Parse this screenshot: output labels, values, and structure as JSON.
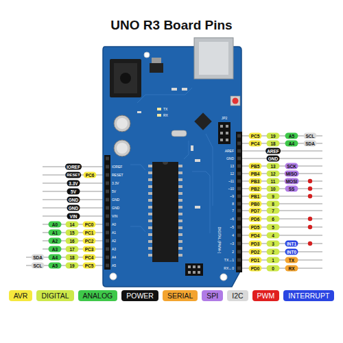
{
  "diagram": {
    "title": "UNO R3 Board Pins",
    "labels": [
      "IOREF",
      "RESET",
      "PC6",
      "3.3V",
      "5V",
      "GND",
      "GND",
      "VIN",
      "A0",
      "14",
      "PC0",
      "A1",
      "15",
      "PC1",
      "A2",
      "16",
      "PC2",
      "A3",
      "17",
      "PC3",
      "SDA",
      "A4",
      "18",
      "PC4",
      "SCL",
      "A5",
      "19",
      "PC5",
      "PC5",
      "19",
      "A5",
      "SCL",
      "PC4",
      "18",
      "A4",
      "SDA",
      "AREF",
      "GND",
      "PB5",
      "13",
      "SCK",
      "PB4",
      "12",
      "MISO",
      "PB3",
      "11",
      "MOSI",
      "PB2",
      "10",
      "SS",
      "PB1",
      "9",
      "PB0",
      "8",
      "PD7",
      "7",
      "PD6",
      "6",
      "PD5",
      "5",
      "PD4",
      "4",
      "PD3",
      "3",
      "INT1",
      "PD2",
      "2",
      "INT0",
      "PD1",
      "1",
      "TX",
      "PD0",
      "0",
      "RX",
      "IOREF",
      "RESET",
      "3.3V",
      "5V",
      "GND",
      "GND",
      "VIN",
      "A0",
      "A1",
      "A2",
      "A3",
      "A4",
      "A5",
      "AREF",
      "GND",
      "13",
      "12",
      "~11",
      "~10",
      "~9",
      "8",
      "7",
      "~6",
      "~5",
      "4",
      "~3",
      "2",
      "TX→1",
      "RX←0",
      "DIGITAL (PWM~)",
      "TX",
      "RX",
      "JP2"
    ],
    "legend": [
      {
        "text": "AVR",
        "color": "#f5e83d"
      },
      {
        "text": "DIGITAL",
        "color": "#cde84a"
      },
      {
        "text": "ANALOG",
        "color": "#3ec84a"
      },
      {
        "text": "POWER",
        "color": "#111111"
      },
      {
        "text": "SERIAL",
        "color": "#f3a42f"
      },
      {
        "text": "SPI",
        "color": "#b07be6"
      },
      {
        "text": "I2C",
        "color": "#d9d9d9"
      },
      {
        "text": "PWM",
        "color": "#e01f1f"
      },
      {
        "text": "INTERRUPT",
        "color": "#2a45e2"
      }
    ]
  }
}
